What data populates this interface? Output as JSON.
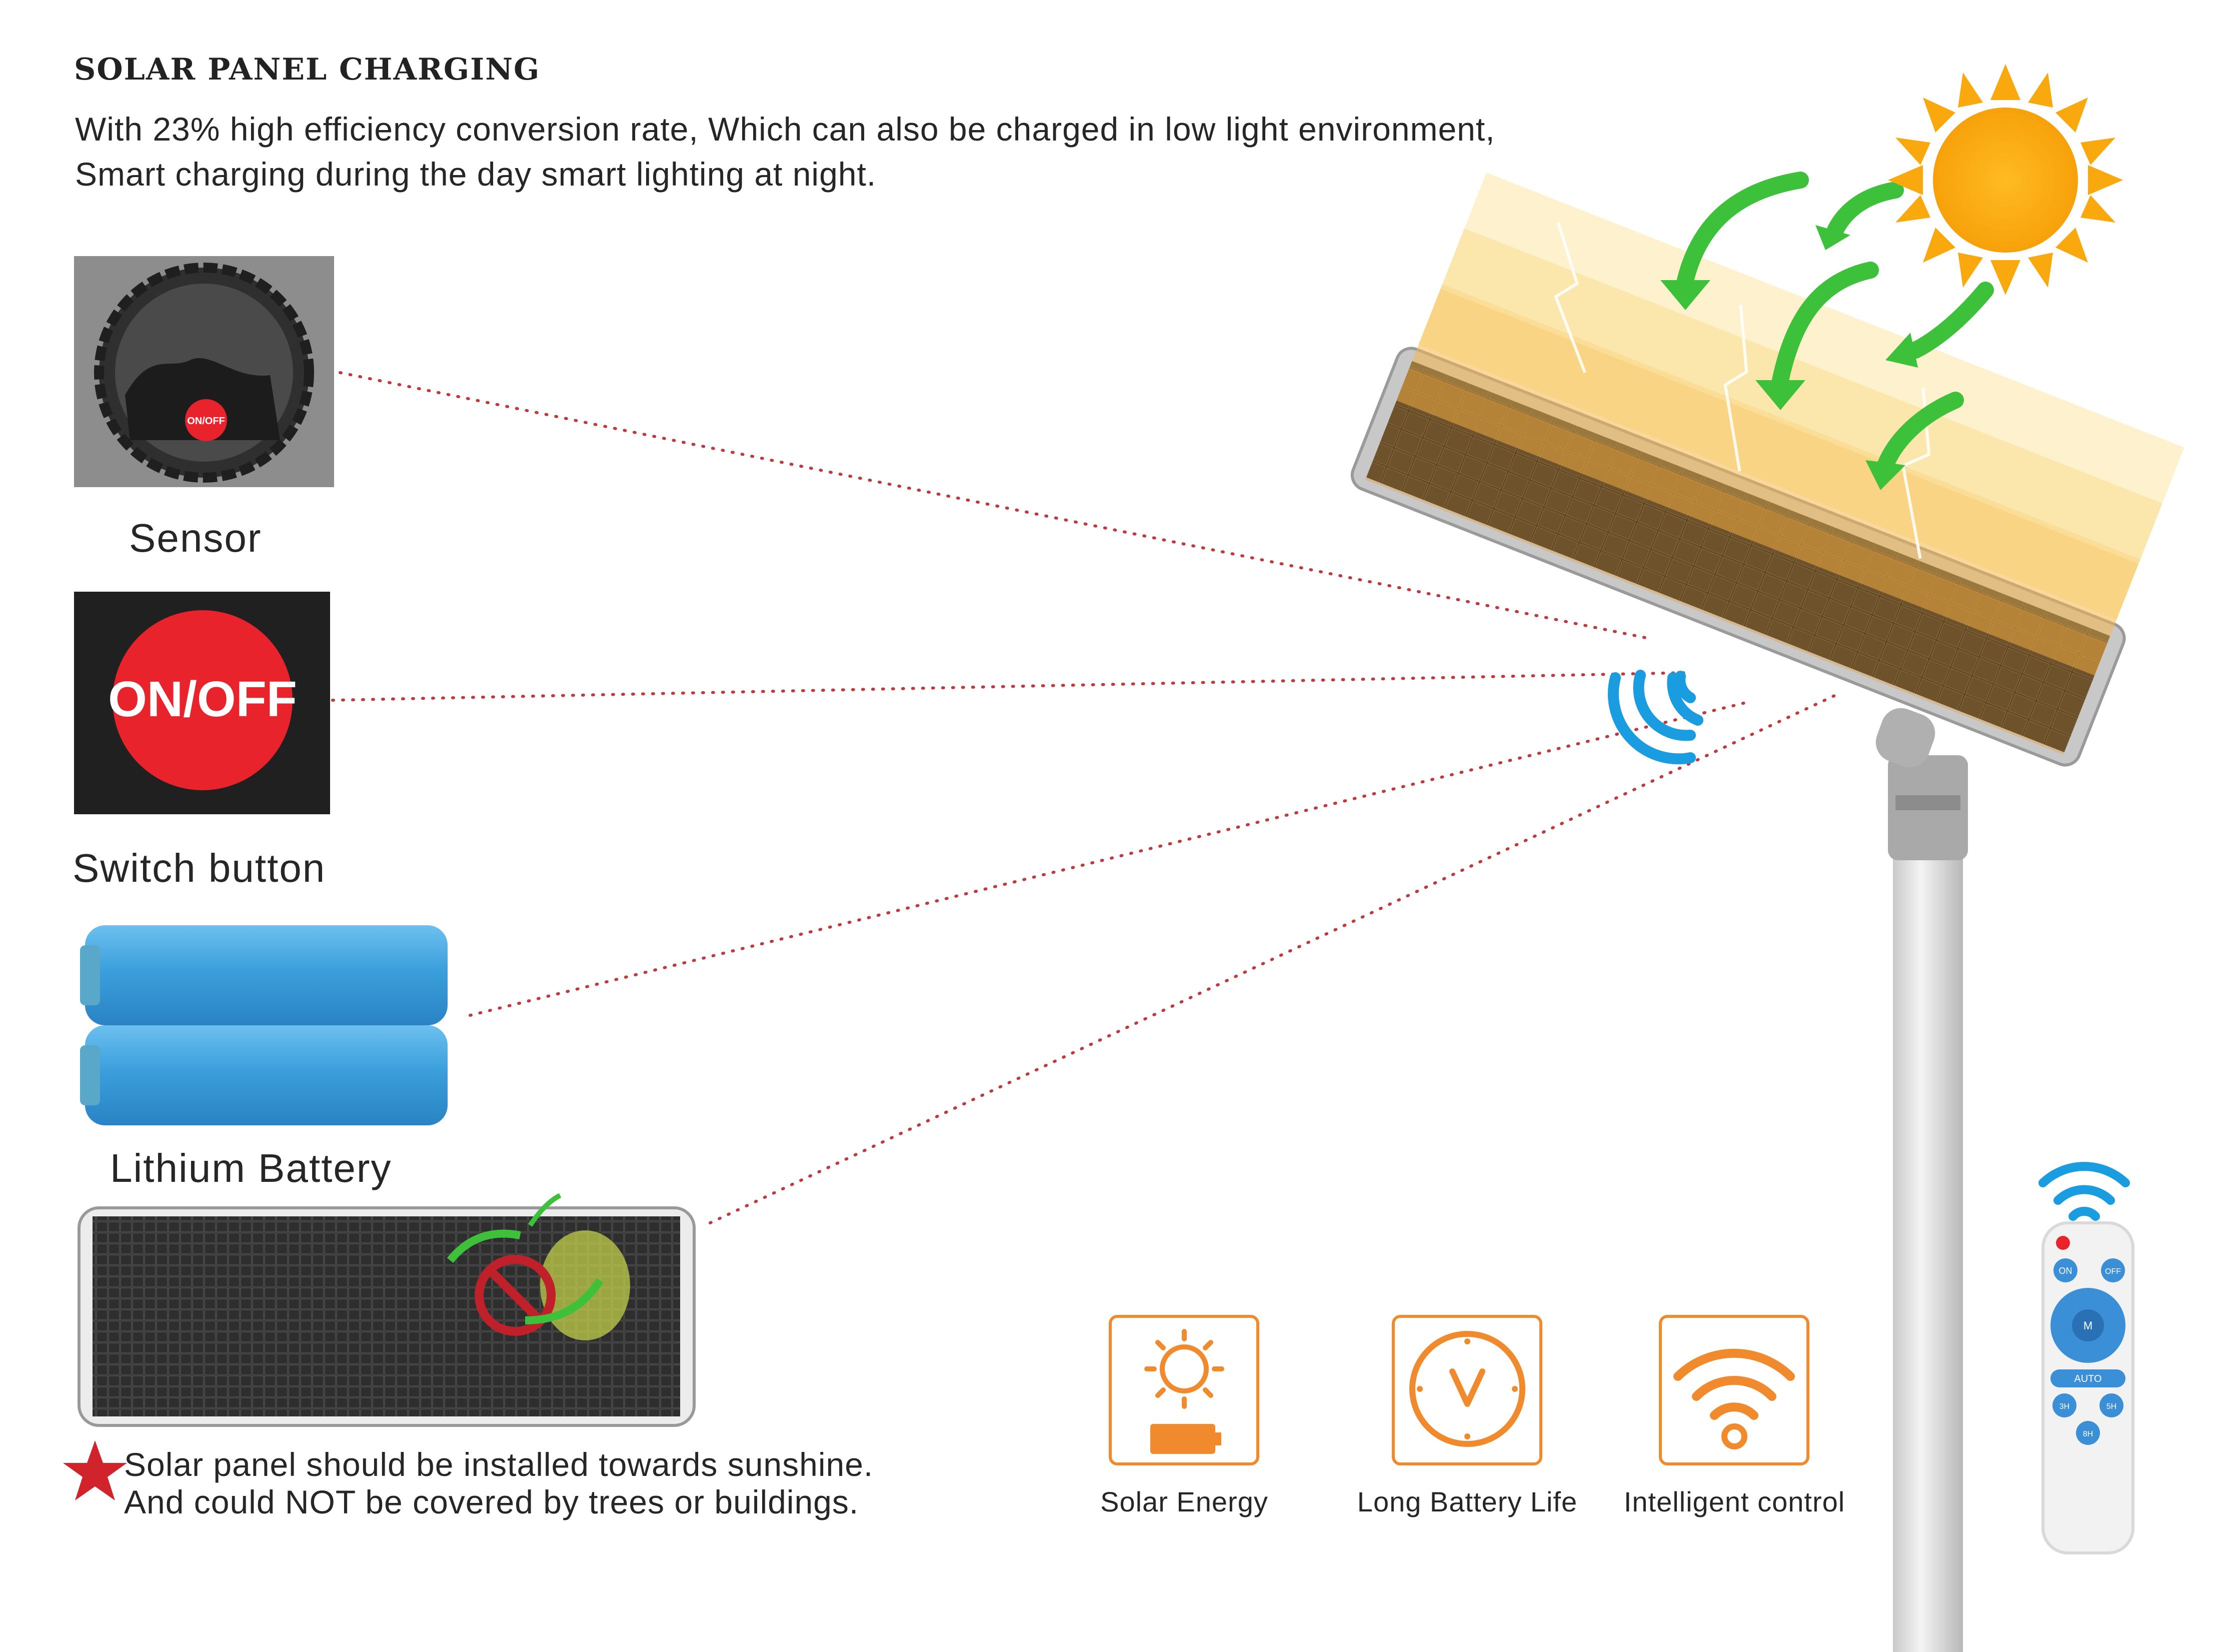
{
  "header": {
    "heading": "SOLAR PANEL CHARGING",
    "intro_line1": "With 23% high efficiency conversion rate, Which can also be charged in low light environment,",
    "intro_line2": "Smart charging during the day smart lighting at night."
  },
  "components": {
    "sensor_label": "Sensor",
    "sensor_badge": "ON/OFF",
    "switch_label": "Switch button",
    "switch_badge": "ON/OFF",
    "battery_label": "Lithium Battery"
  },
  "notice": {
    "line1": "Solar panel should be installed towards sunshine.",
    "line2": "And could NOT be covered by trees or buildings."
  },
  "features": [
    {
      "label": "Solar Energy",
      "icon": "sun-battery-icon"
    },
    {
      "label": "Long Battery Life",
      "icon": "clock-icon"
    },
    {
      "label": "Intelligent control",
      "icon": "wifi-icon"
    }
  ],
  "remote": {
    "on": "ON",
    "off": "OFF",
    "mode": "M",
    "auto": "AUTO",
    "timer_a": "3H",
    "timer_b": "5H",
    "timer_c": "8H"
  },
  "colors": {
    "accent_orange": "#f08a2c",
    "sun": "#f9a80e",
    "arrow_green": "#3ec13a",
    "dotted_line": "#c0393b",
    "signal_blue": "#1a9ce0",
    "switch_red": "#e8232b",
    "battery_blue": "#3b9fdc"
  }
}
